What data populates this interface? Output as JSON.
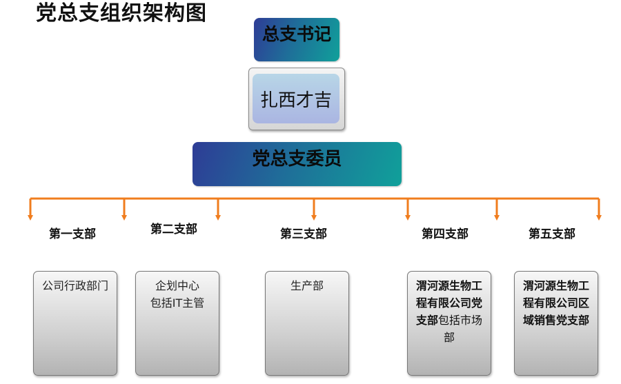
{
  "page_title": "党总支组织架构图",
  "secretary": {
    "title": "总支书记",
    "name": "扎西才吉"
  },
  "committee": {
    "title": "党总支委员"
  },
  "branches": [
    {
      "label": "第一支部",
      "dept": "公司行政部门"
    },
    {
      "label": "第二支部",
      "dept_line1": "企划中心",
      "dept_line2": "包括IT主管"
    },
    {
      "label": "第三支部",
      "dept": "生产部"
    },
    {
      "label": "第四支部",
      "dept_bold": "渭河源生物工程有限公司党支部",
      "dept_tail": "包括市场部"
    },
    {
      "label": "第五支部",
      "dept": "渭河源生物工程有限公司区域销售党支部"
    }
  ],
  "colors": {
    "connector": "#f07d1e",
    "header_box_start": "#2e3c96",
    "header_box_end": "#10a09a",
    "name_box": "#b8d6e7"
  }
}
